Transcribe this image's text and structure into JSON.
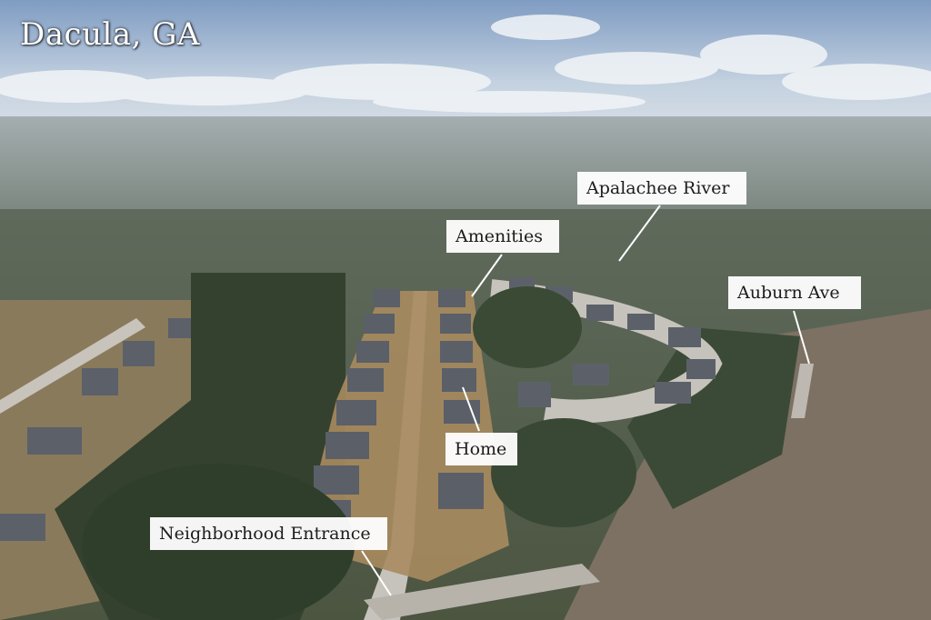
{
  "title": "Dacula, GA",
  "labels": {
    "apalachee": "Apalachee River",
    "amenities": "Amenities",
    "auburn": "Auburn Ave",
    "home": "Home",
    "entrance": "Neighborhood Entrance"
  },
  "colors": {
    "sky_top": "#8ea8c9",
    "sky_bottom": "#c9d6e4",
    "haze": "#9aa9a9",
    "forest_dark": "#3f4d3e",
    "forest_bare": "#8a7a68",
    "lawn": "#a8895e",
    "road": "#b9b6b0",
    "roof": "#5a5f68",
    "label_bg": "#ffffff"
  }
}
